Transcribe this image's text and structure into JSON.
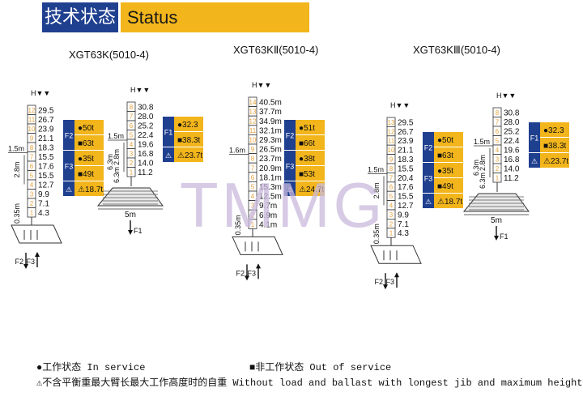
{
  "header": {
    "title_cn": "技术状态",
    "title_en": "Status"
  },
  "watermark": "TMMG",
  "cranes": [
    {
      "model": "XGT63K(5010-4)",
      "height_mark": "H",
      "mast_heights": [
        "29.5",
        "26.7",
        "23.9",
        "21.1",
        "18.3",
        "15.5",
        "17.6",
        "15.5",
        "12.7",
        "9.9",
        "7.1",
        "4.3"
      ],
      "mast_numbers": [
        "12",
        "11",
        "10",
        "9",
        "8",
        "7",
        "6",
        "5",
        "4",
        "3",
        "2",
        "1"
      ],
      "dim_section": "1.5m",
      "dim_upper": "2.8m",
      "dim_lower": "0.35m",
      "weights": [
        {
          "group": "F2",
          "sym": "●",
          "val": "50t"
        },
        {
          "group": "F2",
          "sym": "■",
          "val": "63t"
        },
        {
          "group": "F3",
          "sym": "●",
          "val": "35t"
        },
        {
          "group": "F3",
          "sym": "■",
          "val": "49t"
        },
        {
          "group": "",
          "sym": "⚠",
          "val": "18.7t"
        }
      ],
      "forces": [
        "F2",
        "F3"
      ],
      "base_type": "travel",
      "base_dim": ""
    },
    {
      "model": "",
      "height_mark": "H",
      "mast_heights": [
        "30.8",
        "28.0",
        "25.2",
        "22.4",
        "19.6",
        "16.8",
        "14.0",
        "11.2"
      ],
      "mast_numbers": [
        "8",
        "7",
        "6",
        "5",
        "4",
        "3",
        "2",
        "1"
      ],
      "dim_section": "1.5m",
      "dim_upper": "2.8m",
      "dim_lower": "6.3m",
      "weights": [
        {
          "group": "F1",
          "sym": "●",
          "val": "32.3"
        },
        {
          "group": "F1",
          "sym": "■",
          "val": "38.3t"
        },
        {
          "group": "",
          "sym": "⚠",
          "val": "23.7t"
        }
      ],
      "forces": [
        "F1"
      ],
      "base_type": "fixed",
      "base_dim": "5m"
    },
    {
      "model": "XGT63KⅡ(5010-4)",
      "height_mark": "H",
      "mast_heights": [
        "40.5m",
        "37.7m",
        "34.9m",
        "32.1m",
        "29.3m",
        "26.5m",
        "23.7m",
        "20.9m",
        "18.1m",
        "15.3m",
        "12.5m",
        "9.7m",
        "6.9m",
        "4.1m"
      ],
      "mast_numbers": [
        "14",
        "13",
        "12",
        "11",
        "10",
        "9",
        "8",
        "7",
        "6",
        "5",
        "4",
        "3",
        "2",
        "1"
      ],
      "dim_section": "1.6m",
      "dim_upper": "",
      "dim_lower": "0.35m",
      "weights": [
        {
          "group": "F2",
          "sym": "●",
          "val": "51t"
        },
        {
          "group": "F2",
          "sym": "■",
          "val": "66t"
        },
        {
          "group": "F3",
          "sym": "●",
          "val": "38t"
        },
        {
          "group": "F3",
          "sym": "■",
          "val": "53t"
        },
        {
          "group": "",
          "sym": "⚠",
          "val": "24.7t"
        }
      ],
      "forces": [
        "F2",
        "F3"
      ],
      "base_type": "travel",
      "base_dim": ""
    },
    {
      "model": "XGT63KⅢ(5010-4)",
      "height_mark": "H",
      "mast_heights": [
        "29.5",
        "26.7",
        "23.9",
        "21.1",
        "18.3",
        "15.5",
        "20.4",
        "17.6",
        "15.5",
        "12.7",
        "9.9",
        "7.1",
        "4.3"
      ],
      "mast_numbers": [
        "13",
        "12",
        "11",
        "10",
        "9",
        "8",
        "7",
        "6",
        "5",
        "4",
        "3",
        "2",
        "1"
      ],
      "dim_section": "1.5m",
      "dim_upper": "2.8m",
      "dim_lower": "0.35m",
      "weights": [
        {
          "group": "F2",
          "sym": "●",
          "val": "50t"
        },
        {
          "group": "F2",
          "sym": "■",
          "val": "63t"
        },
        {
          "group": "F3",
          "sym": "●",
          "val": "35t"
        },
        {
          "group": "F3",
          "sym": "■",
          "val": "49t"
        },
        {
          "group": "",
          "sym": "⚠",
          "val": "18.7t"
        }
      ],
      "forces": [
        "F2",
        "F3"
      ],
      "base_type": "travel",
      "base_dim": ""
    },
    {
      "model": "",
      "height_mark": "H",
      "mast_heights": [
        "30.8",
        "28.0",
        "25.2",
        "22.4",
        "19.6",
        "16.8",
        "14.0",
        "11.2"
      ],
      "mast_numbers": [
        "8",
        "7",
        "6",
        "5",
        "4",
        "3",
        "2",
        "1"
      ],
      "dim_section": "1.5m",
      "dim_upper": "2.8m",
      "dim_lower": "6.3m",
      "weights": [
        {
          "group": "F1",
          "sym": "●",
          "val": "32.3"
        },
        {
          "group": "F1",
          "sym": "■",
          "val": "38.3t"
        },
        {
          "group": "",
          "sym": "⚠",
          "val": "23.7t"
        }
      ],
      "forces": [
        "F1"
      ],
      "base_type": "fixed",
      "base_dim": "5m"
    }
  ],
  "legend": {
    "in_service": "●工作状态 In service",
    "out_of_service": "■非工作状态 Out of service",
    "self_weight": "不含平衡重最大臂长最大工作高度时的自重 Without load and ballast with longest jib and maximum height"
  },
  "colors": {
    "blue": "#1f3f8f",
    "yellow": "#f2b51c",
    "orange": "#e8a23a",
    "watermark": "#c9b9dd"
  }
}
